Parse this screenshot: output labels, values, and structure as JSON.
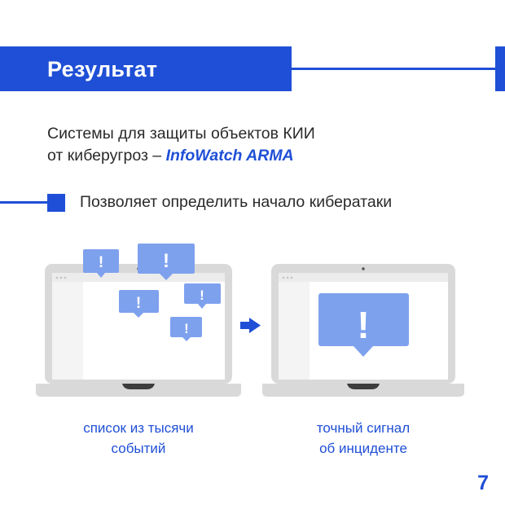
{
  "header": {
    "title": "Результат"
  },
  "heading": {
    "line1": "Системы для защиты объектов КИИ",
    "line2_prefix": "от киберугроз – ",
    "brand": "InfoWatch ARMA"
  },
  "feature": {
    "text": "Позволяет определить начало кибератаки"
  },
  "left_caption": {
    "line1": "список из тысячи",
    "line2": "событий"
  },
  "right_caption": {
    "line1": "точный сигнал",
    "line2": "об инциденте"
  },
  "alert_icon": {
    "glyph": "!"
  },
  "page": {
    "number": "7"
  },
  "colors": {
    "accent": "#1f4fd6",
    "alert": "#7ea1ee",
    "laptop": "#d9d9d9"
  },
  "icons": [
    "alert-bubble-icon",
    "arrow-right-icon",
    "laptop-icon"
  ]
}
